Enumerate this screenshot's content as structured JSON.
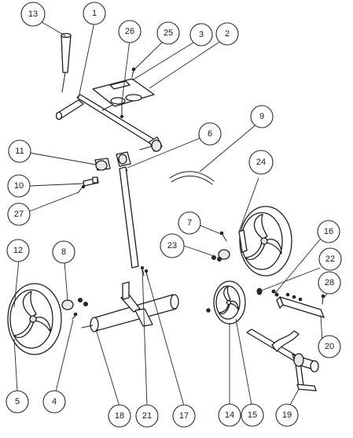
{
  "diagram": {
    "callouts": [
      {
        "id": "13",
        "label": "13"
      },
      {
        "id": "1",
        "label": "1"
      },
      {
        "id": "26",
        "label": "26"
      },
      {
        "id": "25",
        "label": "25"
      },
      {
        "id": "3",
        "label": "3"
      },
      {
        "id": "2",
        "label": "2"
      },
      {
        "id": "9",
        "label": "9"
      },
      {
        "id": "6",
        "label": "6"
      },
      {
        "id": "11",
        "label": "11"
      },
      {
        "id": "10",
        "label": "10"
      },
      {
        "id": "27",
        "label": "27"
      },
      {
        "id": "24",
        "label": "24"
      },
      {
        "id": "7",
        "label": "7"
      },
      {
        "id": "23",
        "label": "23"
      },
      {
        "id": "16",
        "label": "16"
      },
      {
        "id": "22",
        "label": "22"
      },
      {
        "id": "28",
        "label": "28"
      },
      {
        "id": "12",
        "label": "12"
      },
      {
        "id": "8",
        "label": "8"
      },
      {
        "id": "20",
        "label": "20"
      },
      {
        "id": "5",
        "label": "5"
      },
      {
        "id": "4",
        "label": "4"
      },
      {
        "id": "18",
        "label": "18"
      },
      {
        "id": "21",
        "label": "21"
      },
      {
        "id": "17",
        "label": "17"
      },
      {
        "id": "14",
        "label": "14"
      },
      {
        "id": "15",
        "label": "15"
      },
      {
        "id": "19",
        "label": "19"
      }
    ]
  }
}
